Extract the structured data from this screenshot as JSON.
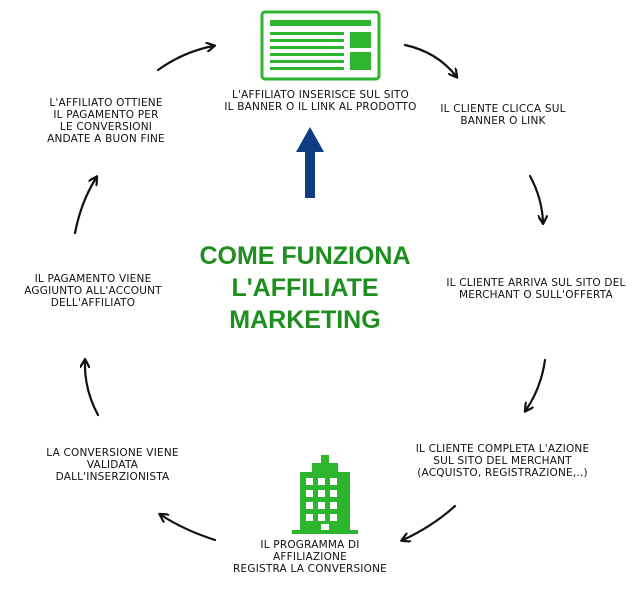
{
  "title": {
    "line1": "COME FUNZIONA",
    "line2": "L'AFFILIATE",
    "line3": "MARKETING"
  },
  "steps": [
    {
      "lines": [
        "L'AFFILIATO INSERISCE SUL SITO",
        "IL BANNER O IL LINK AL PRODOTTO"
      ]
    },
    {
      "lines": [
        "IL CLIENTE CLICCA SUL",
        "BANNER O LINK"
      ]
    },
    {
      "lines": [
        "IL CLIENTE ARRIVA SUL SITO DEL",
        "MERCHANT O SULL'OFFERTA"
      ]
    },
    {
      "lines": [
        "IL CLIENTE COMPLETA L'AZIONE",
        "SUL SITO DEL MERCHANT",
        "(ACQUISTO, REGISTRAZIONE,..)"
      ]
    },
    {
      "lines": [
        "IL PROGRAMMA DI",
        "AFFILIAZIONE",
        "REGISTRA LA CONVERSIONE"
      ]
    },
    {
      "lines": [
        "LA CONVERSIONE VIENE",
        "VALIDATA",
        "DALL'INSERZIONISTA"
      ]
    },
    {
      "lines": [
        "IL PAGAMENTO VIENE",
        "AGGIUNTO ALL'ACCOUNT",
        "DELL'AFFILIATO"
      ]
    },
    {
      "lines": [
        "L'AFFILIATO OTTIENE",
        "IL PAGAMENTO PER",
        "LE CONVERSIONI",
        "ANDATE A BUON FINE"
      ]
    }
  ],
  "icons": {
    "top": "website-icon",
    "bottom": "building-icon",
    "center_arrow": "up-arrow-icon"
  },
  "colors": {
    "green": "#2db52d",
    "title_green": "#1e8e1e",
    "navy": "#0e3d82",
    "arrow": "#111111"
  }
}
